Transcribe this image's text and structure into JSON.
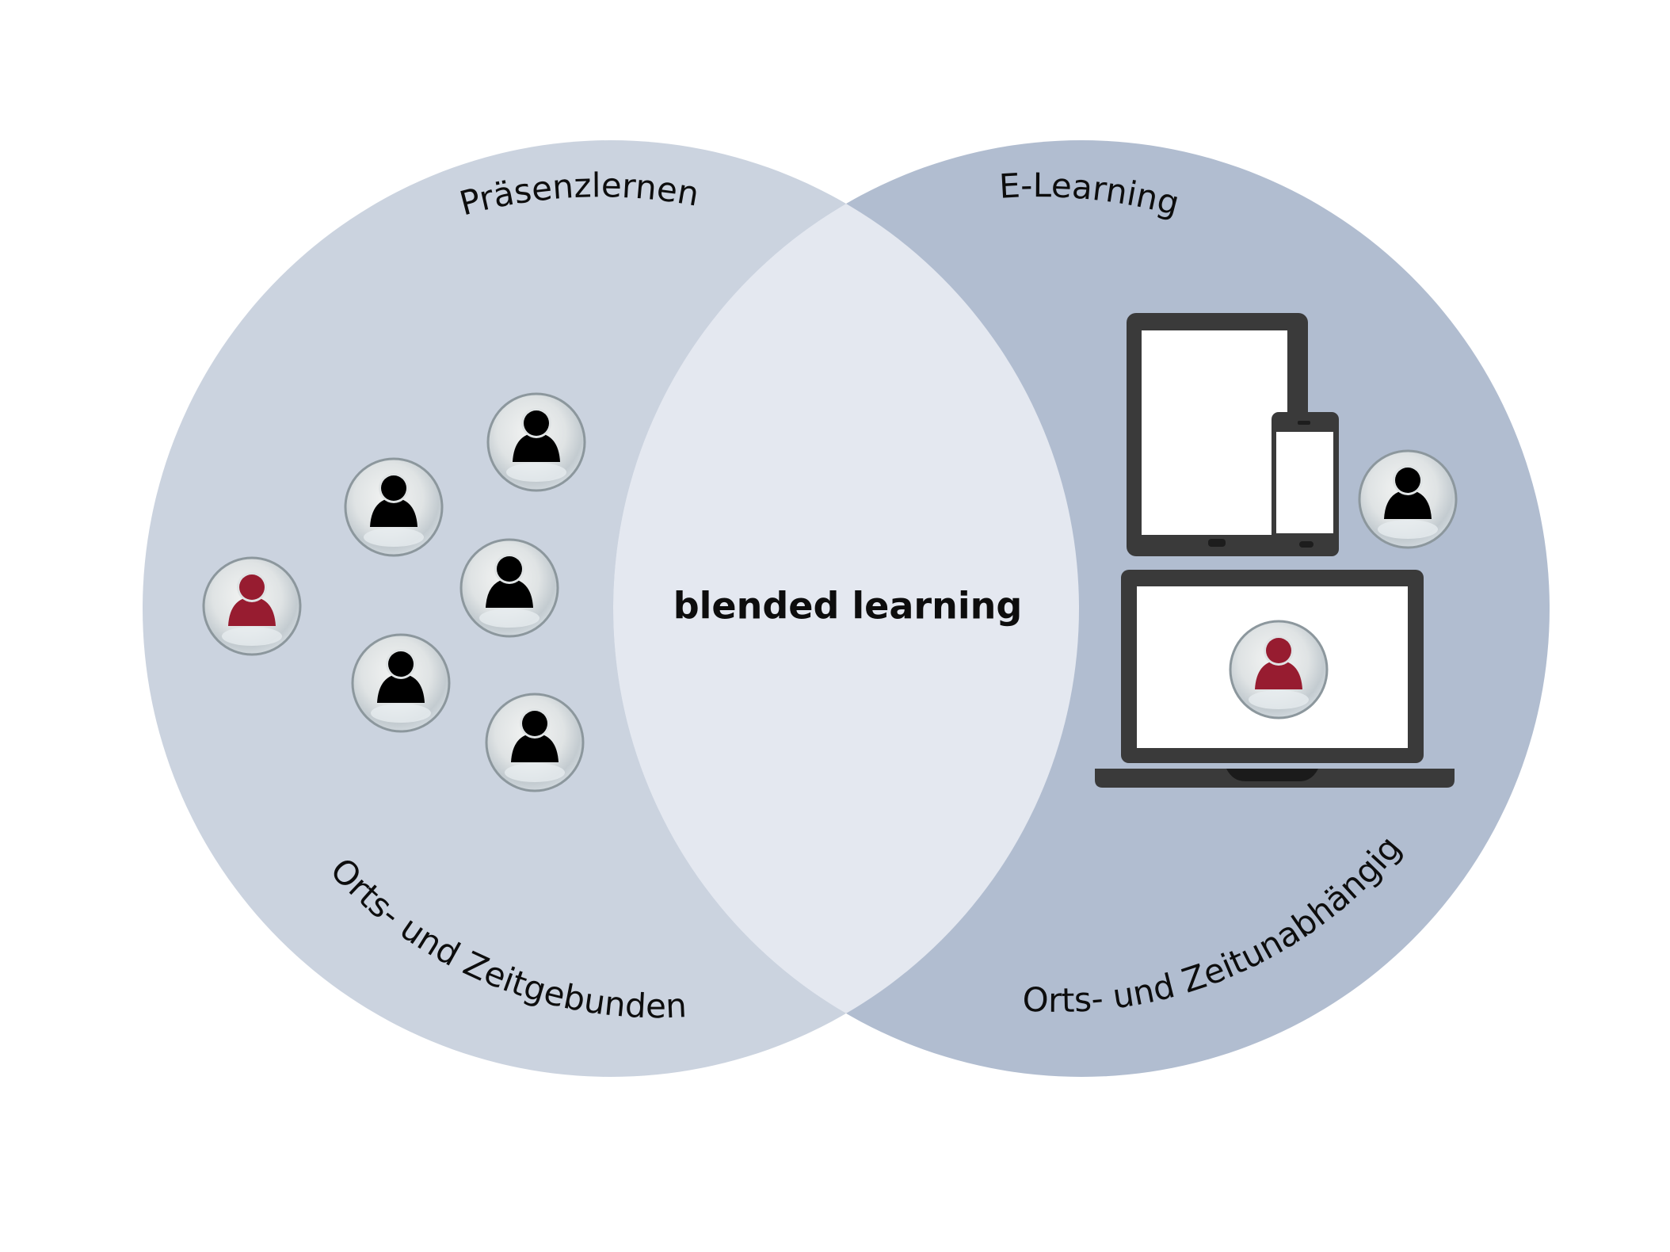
{
  "diagram": {
    "type": "venn",
    "left_set": {
      "title": "Präsenzlernen",
      "subtitle": "Orts- und Zeitgebunden",
      "color": "#cbd3df"
    },
    "right_set": {
      "title": "E-Learning",
      "subtitle": "Orts- und Zeitunabhängig",
      "color": "#b1bdd0"
    },
    "intersection": {
      "label": "blended learning",
      "color": "#e4e8f0"
    }
  },
  "icons": {
    "person": "user-icon",
    "tablet": "tablet-icon",
    "phone": "smartphone-icon",
    "laptop": "laptop-icon"
  },
  "colors": {
    "person_dark": "#000000",
    "person_accent": "#971c30",
    "device_frame": "#3a3a3a",
    "device_screen": "#ffffff",
    "badge_rim": "#8c979d"
  }
}
